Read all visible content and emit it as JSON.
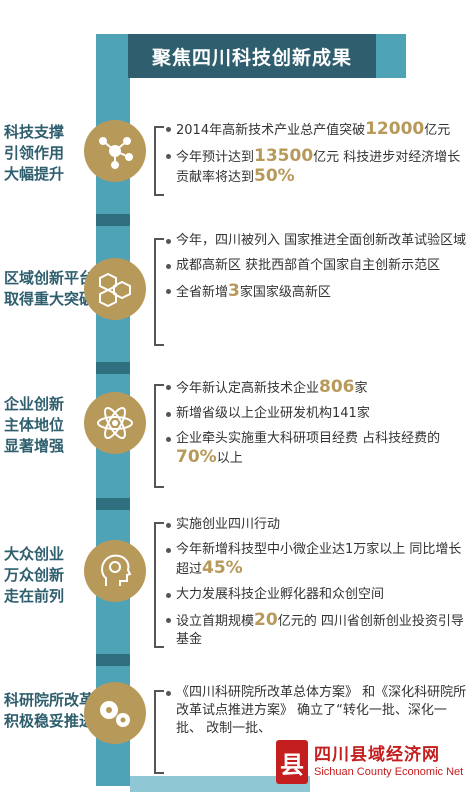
{
  "title": "聚焦四川科技创新成果",
  "colors": {
    "accent": "#b7995a",
    "ribbon": "#4fa3b7",
    "title_bg": "#2f5f6e"
  },
  "sections": [
    {
      "title_lines": [
        "科技支撑",
        "引领作用",
        "大幅提升"
      ],
      "icon": "molecule-icon",
      "items": [
        {
          "pre": "2014年高新技术产业总产值突破",
          "hl": "12000",
          "post": "亿元"
        },
        {
          "pre": "今年预计达到",
          "hl": "13500",
          "post": "亿元 科技进步对经济增长贡献率将达到",
          "hl2": "50%"
        }
      ]
    },
    {
      "title_lines": [
        "区域创新平台",
        "取得重大突破"
      ],
      "icon": "hexagon-network-icon",
      "items": [
        {
          "pre": "今年，四川被列入 国家推进全面创新改革试验区域"
        },
        {
          "pre": "成都高新区 获批西部首个国家自主创新示范区"
        },
        {
          "pre": "全省新增",
          "hl": "3",
          "post": "家国家级高新区"
        }
      ]
    },
    {
      "title_lines": [
        "企业创新",
        "主体地位",
        "显著增强"
      ],
      "icon": "atom-icon",
      "items": [
        {
          "pre": "今年新认定高新技术企业",
          "hl": "806",
          "post": "家"
        },
        {
          "pre": "新增省级以上企业研发机构141家"
        },
        {
          "pre": "企业牵头实施重大科研项目经费 占科技经费的",
          "hl": "70%",
          "post": "以上"
        }
      ]
    },
    {
      "title_lines": [
        "大众创业",
        "万众创新",
        "走在前列"
      ],
      "icon": "head-gear-icon",
      "items": [
        {
          "pre": "实施创业四川行动"
        },
        {
          "pre": "今年新增科技型中小微企业达1万家以上 同比增长超过",
          "hl": "45%"
        },
        {
          "pre": "大力发展科技企业孵化器和众创空间"
        },
        {
          "pre": "设立首期规模",
          "hl": "20",
          "post": "亿元的 四川省创新创业投资引导基金"
        }
      ]
    },
    {
      "title_lines": [
        "科研院所改革",
        "积极稳妥推进"
      ],
      "icon": "gears-icon",
      "items": [
        {
          "pre": "《四川科研院所改革总体方案》 和《深化科研院所改革试点推进方案》 确立了“转化一批、深化一批、 改制一批、"
        }
      ]
    }
  ],
  "watermark": {
    "seal": "县",
    "cn": "四川县域经济网",
    "en": "Sichuan County Economic Net"
  }
}
